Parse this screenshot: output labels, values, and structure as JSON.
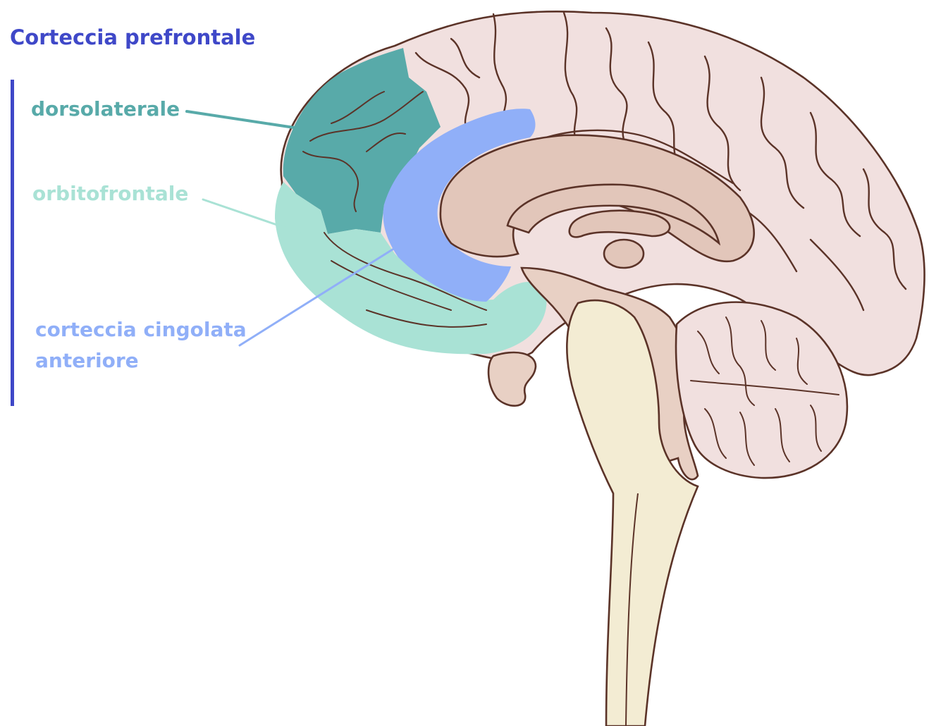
{
  "title": "Corteccia prefrontale",
  "regions": {
    "dorsolateral": {
      "label": "dorsolaterale"
    },
    "orbitofrontal": {
      "label": "orbitofrontale"
    },
    "cingulate": {
      "label_line1": "corteccia cingolata",
      "label_line2": "anteriore"
    }
  },
  "colors": {
    "title": "#3f48c8",
    "bracket": "#3f48c8",
    "dorsolateral": "#58aaa9",
    "orbitofrontal": "#a9e2d5",
    "cingulate": "#90aff8",
    "cortex": "#f1e0df",
    "inner": "#e2c6ba",
    "midbrain": "#e8d0c4",
    "brainstem": "#f3ecd3",
    "outline": "#5b3328"
  }
}
